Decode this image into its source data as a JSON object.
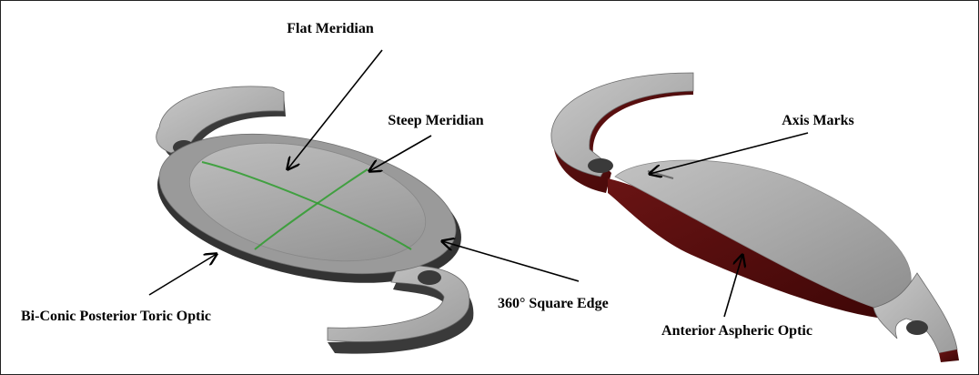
{
  "figure": {
    "labels": {
      "flat_meridian": "Flat Meridian",
      "steep_meridian": "Steep Meridian",
      "biconic_posterior": "Bi-Conic Posterior Toric Optic",
      "square_edge": "360° Square Edge",
      "axis_marks": "Axis Marks",
      "anterior_aspheric": "Anterior Aspheric Optic"
    },
    "colors": {
      "lens_gray": "#a9a9a9",
      "haptic_edge": "#3c3c3c",
      "meridian_green": "#2e9e2e",
      "anterior_edge": "#5a1010"
    }
  }
}
